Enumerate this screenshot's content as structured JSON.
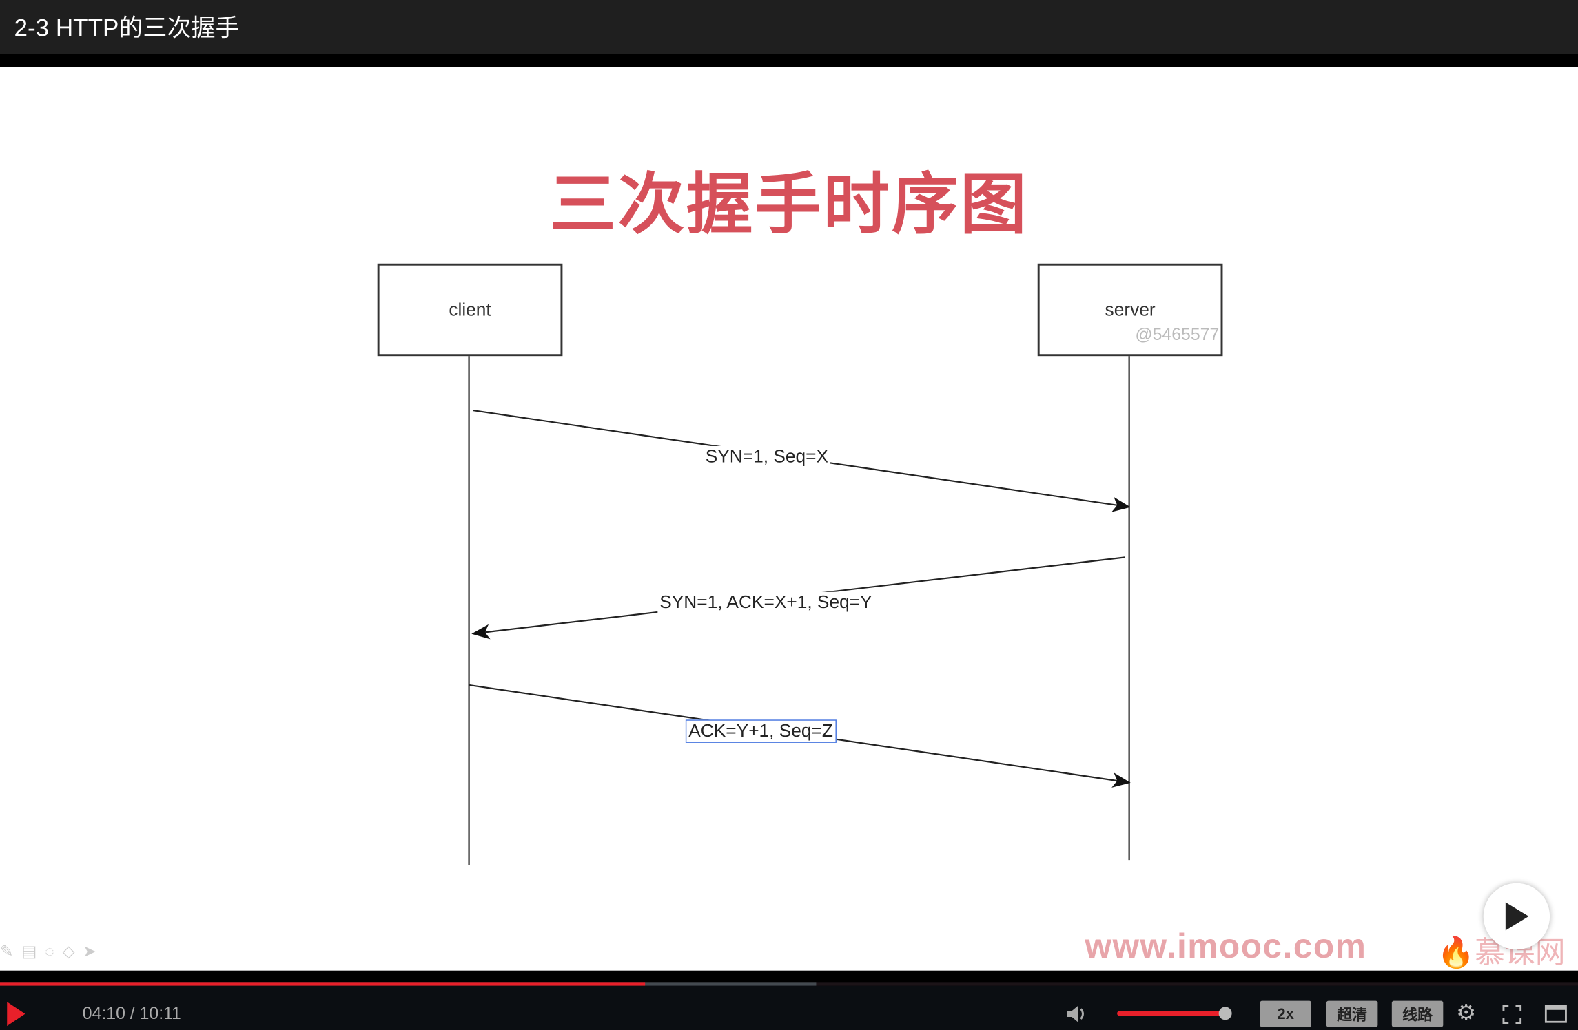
{
  "window": {
    "title": "2-3 HTTP的三次握手"
  },
  "slide": {
    "title": "三次握手时序图",
    "client_label": "client",
    "server_label": "server",
    "watermark_id": "@5465577",
    "messages": [
      {
        "label": "SYN=1, Seq=X",
        "direction": "client-to-server"
      },
      {
        "label": "SYN=1, ACK=X+1, Seq=Y",
        "direction": "server-to-client"
      },
      {
        "label": "ACK=Y+1, Seq=Z",
        "direction": "client-to-server",
        "selected": true
      }
    ],
    "site_watermark": "www.imooc.com",
    "logo_text": "慕课网"
  },
  "player": {
    "current_time": "04:10",
    "duration": "10:11",
    "time_display": "04:10 / 10:11",
    "progress_fraction": 0.409,
    "buffered_fraction": 0.517,
    "volume_fraction": 0.95,
    "speed_label": "2x",
    "quality_label": "超清",
    "route_label": "线路",
    "accent_color": "#e8202a",
    "icons": [
      "play-icon",
      "volume-icon",
      "gear-icon",
      "fullscreen-icon",
      "web-fullscreen-icon",
      "pen-icon",
      "eraser-icon",
      "cursor-icon"
    ]
  }
}
